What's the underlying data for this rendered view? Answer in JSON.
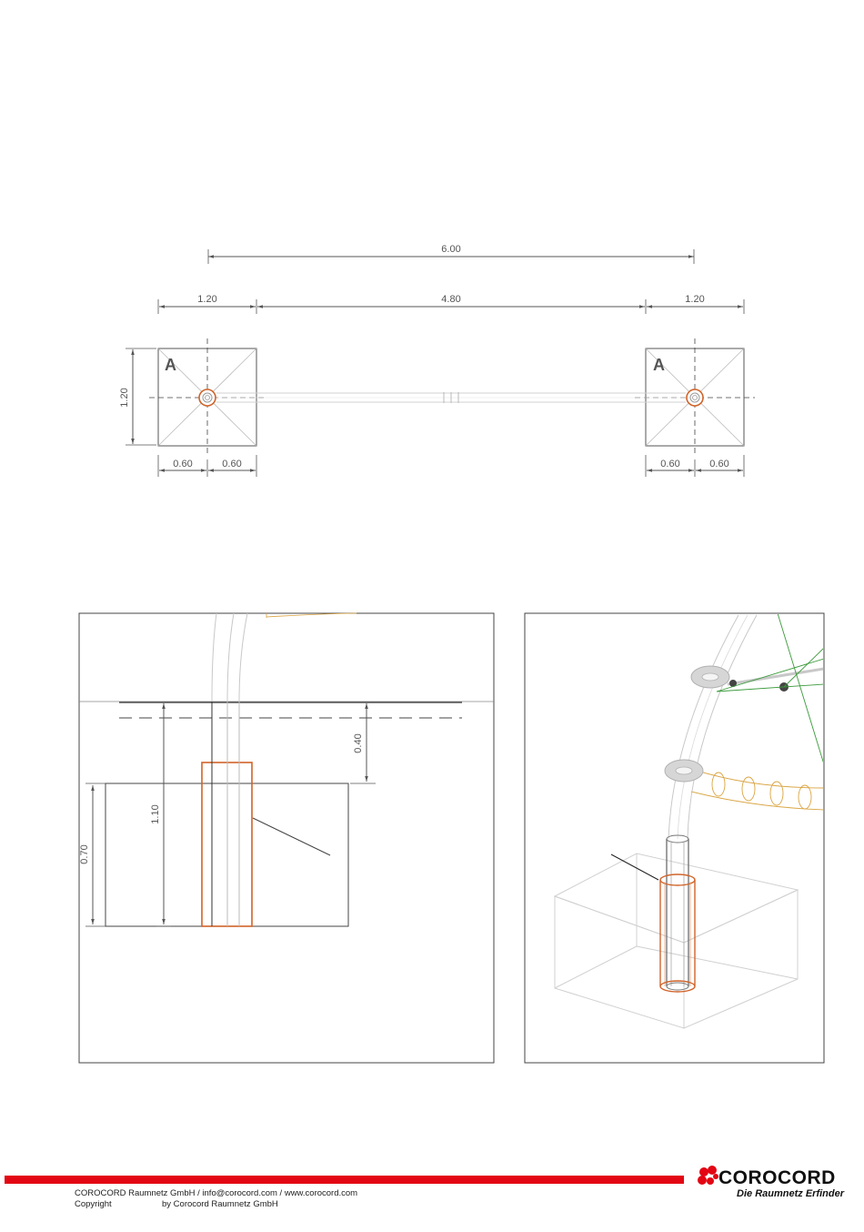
{
  "plan": {
    "dim_total": "6.00",
    "dim_left": "1.20",
    "dim_middle": "4.80",
    "dim_right": "1.20",
    "dim_height": "1.20",
    "dim_half_1": "0.60",
    "dim_half_2": "0.60",
    "dim_half_3": "0.60",
    "dim_half_4": "0.60",
    "label_left": "A",
    "label_right": "A"
  },
  "section": {
    "dim_depth": "0.40",
    "dim_total_depth": "1.10",
    "dim_block": "0.70"
  },
  "footer": {
    "line1": "COROCORD Raumnetz GmbH / info@corocord.com / www.corocord.com",
    "line2_label": "Copyright",
    "line2_value": "by Corocord Raumnetz GmbH",
    "brand": "COROCORD",
    "tagline": "Die Raumnetz Erfinder"
  },
  "colors": {
    "accent": "#e30613",
    "sleeve": "#d0642a",
    "rope": "#d9a441",
    "net": "#3a9a3a",
    "line": "#555555",
    "light": "#c8c8c8"
  },
  "icons": [
    "arrow-head-icon",
    "corocord-logo-icon"
  ]
}
